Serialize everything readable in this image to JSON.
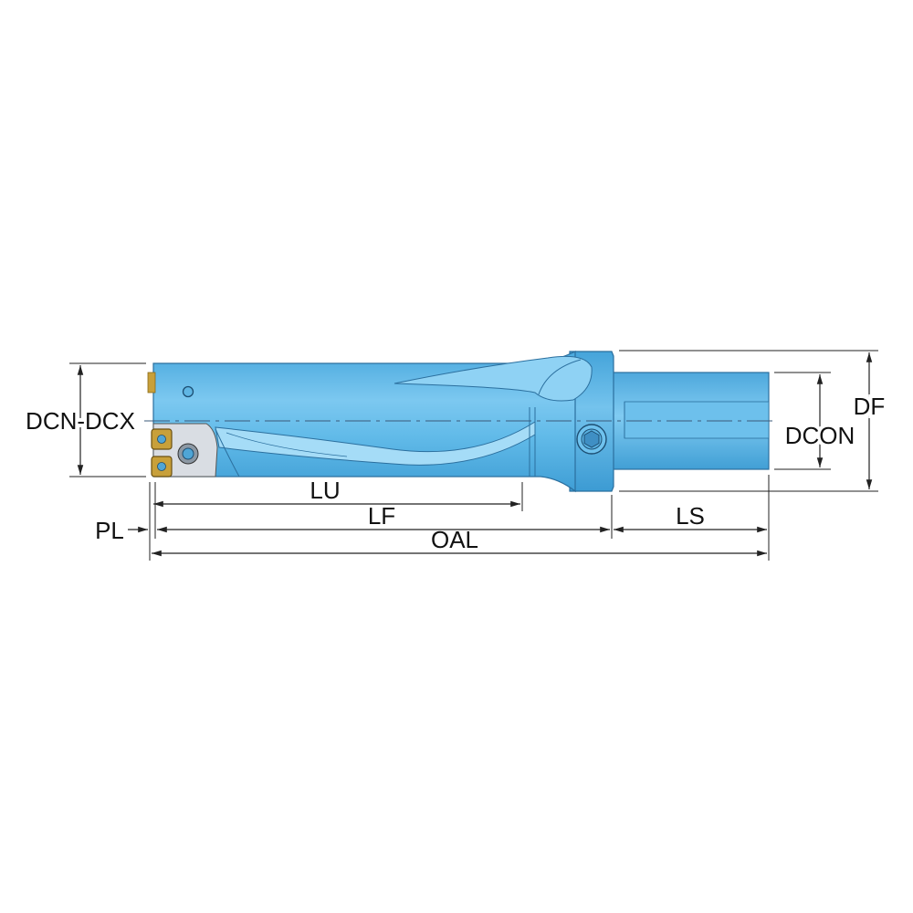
{
  "diagram": {
    "type": "drill-dimension-drawing",
    "labels": {
      "dcn_dcx": "DCN-DCX",
      "dcon": "DCON",
      "df": "DF",
      "lu": "LU",
      "lf": "LF",
      "pl": "PL",
      "ls": "LS",
      "oal": "OAL"
    },
    "colors": {
      "body": "#5fb9e8",
      "body_light": "#8fd3f5",
      "body_dark": "#3e9dd2",
      "edge": "#2b6f9e",
      "insert": "#c8a03a",
      "insert_dark": "#8a6a1a",
      "seat": "#e6e6ea",
      "dimension": "#222222"
    }
  }
}
